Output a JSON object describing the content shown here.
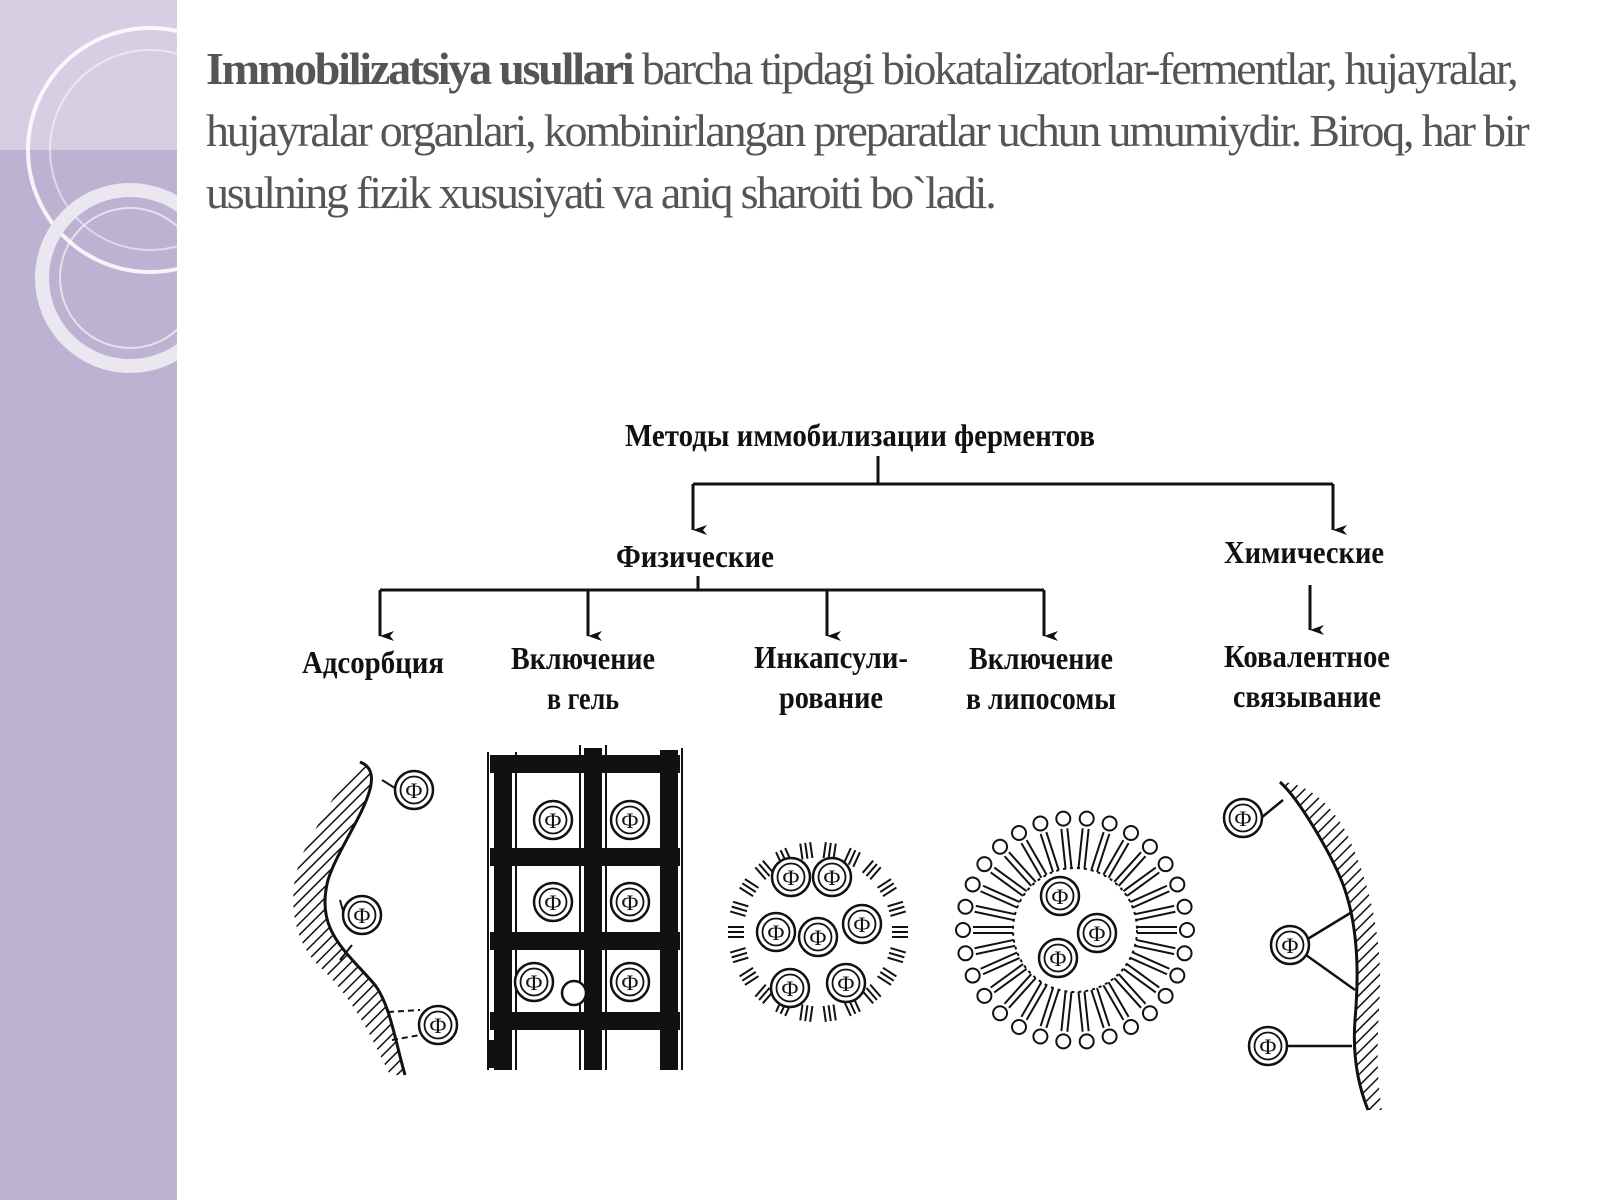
{
  "slide": {
    "heading_bold": "Immobilizatsiya usullari",
    "heading_rest": " barcha tipdagi biokatalizatorlar-fermentlar, hujayralar,  hujayralar organlari,  kombinirlangan preparatlar uchun umumiydir.  Biroq,  har bir usulning fizik xususiyati va aniq sharoiti bo`ladi."
  },
  "diagram": {
    "root": "Методы иммобилизации ферментов",
    "physical": "Физические",
    "chemical": "Химические",
    "methods": [
      {
        "line1": "Адсорбция",
        "line2": ""
      },
      {
        "line1": "Включение",
        "line2": "в гель"
      },
      {
        "line1": "Инкапсули-",
        "line2": "рование"
      },
      {
        "line1": "Включение",
        "line2": "в липосомы"
      },
      {
        "line1": "Ковалентное",
        "line2": "связывание"
      }
    ],
    "enzyme_symbol": "Ф"
  },
  "colors": {
    "sidebar": "#bcb3d3",
    "sidebar_light": "#d6cfe4",
    "heading_text": "#555555",
    "ink": "#111111"
  }
}
